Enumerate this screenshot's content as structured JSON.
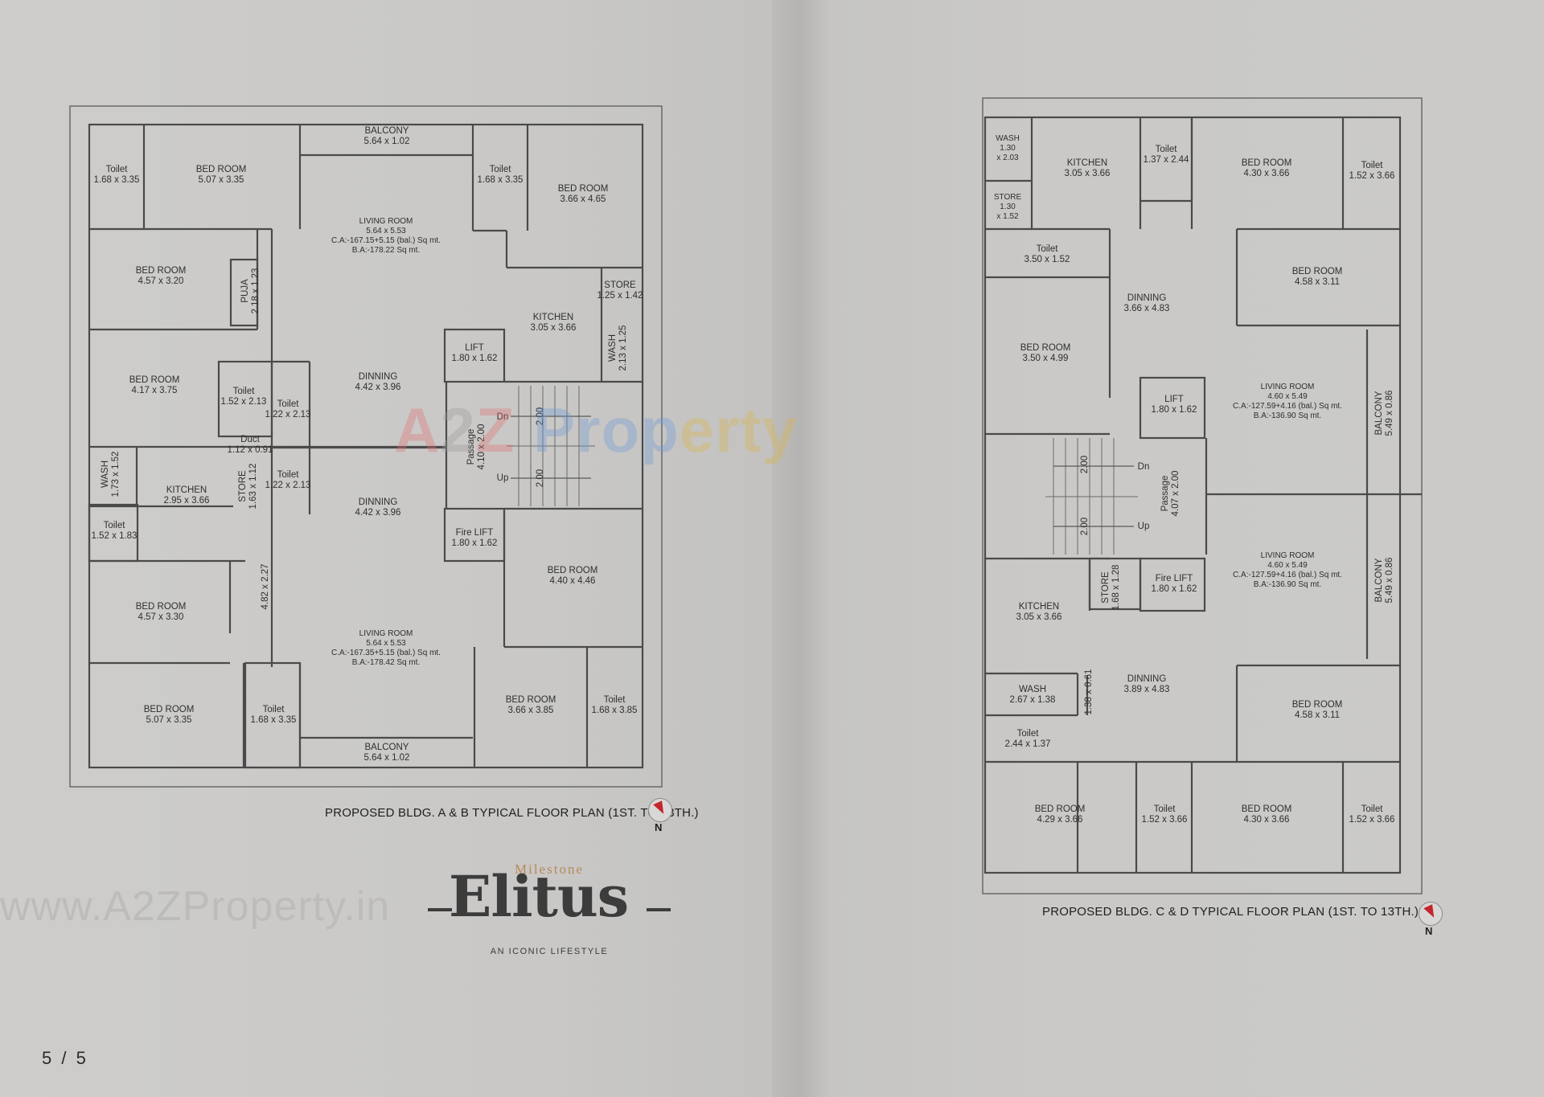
{
  "plan_ab": {
    "caption": "PROPOSED BLDG. A & B TYPICAL FLOOR PLAN (1ST. TO 13TH.)",
    "north": "N",
    "rooms": [
      [
        "Toilet",
        "1.68 x 3.35"
      ],
      [
        "BED ROOM",
        "5.07 x 3.35"
      ],
      [
        "BALCONY",
        "5.64 x 1.02"
      ],
      [
        "Toilet",
        "1.68 x 3.35"
      ],
      [
        "BED ROOM",
        "3.66 x 4.65"
      ],
      [
        "LIVING ROOM",
        "5.64 x 5.53",
        "C.A:-167.15+5.15 (bal.) Sq mt.",
        "B.A:-178.22 Sq mt."
      ],
      [
        "BED ROOM",
        "4.57 x 3.20"
      ],
      [
        "PUJA",
        "2.18 x 1.23"
      ],
      [
        "STORE",
        "1.25 x 1.42"
      ],
      [
        "KITCHEN",
        "3.05 x 3.66"
      ],
      [
        "WASH",
        "2.13 x 1.25"
      ],
      [
        "LIFT",
        "1.80 x 1.62"
      ],
      [
        "BED ROOM",
        "4.17 x 3.75"
      ],
      [
        "Toilet",
        "1.52 x 2.13"
      ],
      [
        "Toilet",
        "1.22 x 2.13"
      ],
      [
        "DINNING",
        "4.42 x 3.96"
      ],
      [
        "Duct",
        "1.12 x 0.91"
      ],
      [
        "Passage",
        "4.10 x 2.00"
      ],
      [
        "WASH",
        "1.73 x 1.52"
      ],
      [
        "KITCHEN",
        "2.95 x 3.66"
      ],
      [
        "STORE",
        "1.63 x 1.12"
      ],
      [
        "Toilet",
        "1.22 x 2.13"
      ],
      [
        "DINNING",
        "4.42 x 3.96"
      ],
      [
        "Toilet",
        "1.52 x 1.83"
      ],
      [
        "Fire LIFT",
        "1.80 x 1.62"
      ],
      [
        "BED ROOM",
        "4.40 x 4.46"
      ],
      [
        "BED ROOM",
        "4.57 x 3.30"
      ],
      [
        "4.82 x 2.27"
      ],
      [
        "LIVING ROOM",
        "5.64 x 5.53",
        "C.A:-167.35+5.15 (bal.) Sq mt.",
        "B.A:-178.42 Sq mt."
      ],
      [
        "BED ROOM",
        "5.07 x 3.35"
      ],
      [
        "Toilet",
        "1.68 x 3.35"
      ],
      [
        "BED ROOM",
        "3.66 x 3.85"
      ],
      [
        "Toilet",
        "1.68 x 3.85"
      ],
      [
        "BALCONY",
        "5.64 x 1.02"
      ]
    ],
    "stairs": {
      "dn": "Dn",
      "up": "Up",
      "width": "2.00"
    }
  },
  "plan_cd": {
    "caption": "PROPOSED BLDG. C & D TYPICAL FLOOR PLAN (1ST. TO 13TH.)",
    "north": "N",
    "rooms": [
      [
        "WASH",
        "1.30",
        "x 2.03"
      ],
      [
        "KITCHEN",
        "3.05 x 3.66"
      ],
      [
        "Toilet",
        "1.37 x 2.44"
      ],
      [
        "BED ROOM",
        "4.30 x 3.66"
      ],
      [
        "Toilet",
        "1.52 x 3.66"
      ],
      [
        "STORE",
        "1.30",
        "x 1.52"
      ],
      [
        "Toilet",
        "3.50 x 1.52"
      ],
      [
        "DINNING",
        "3.66 x 4.83"
      ],
      [
        "BED ROOM",
        "4.58 x 3.11"
      ],
      [
        "BED ROOM",
        "3.50 x 4.99"
      ],
      [
        "LIFT",
        "1.80 x 1.62"
      ],
      [
        "LIVING ROOM",
        "4.60 x 5.49",
        "C.A:-127.59+4.16 (bal.) Sq mt.",
        "B.A:-136.90 Sq mt."
      ],
      [
        "BALCONY",
        "5.49 x 0.86"
      ],
      [
        "Passage",
        "4.07 x 2.00"
      ],
      [
        "LIVING ROOM",
        "4.60 x 5.49",
        "C.A:-127.59+4.16 (bal.) Sq mt.",
        "B.A:-136.90 Sq mt."
      ],
      [
        "BALCONY",
        "5.49 x 0.86"
      ],
      [
        "KITCHEN",
        "3.05 x 3.66"
      ],
      [
        "STORE",
        "1.68 x 1.28"
      ],
      [
        "Fire LIFT",
        "1.80 x 1.62"
      ],
      [
        "WASH",
        "2.67 x 1.38"
      ],
      [
        "1.38 x 0.61"
      ],
      [
        "DINNING",
        "3.89 x 4.83"
      ],
      [
        "BED ROOM",
        "4.58 x 3.11"
      ],
      [
        "Toilet",
        "2.44 x 1.37"
      ],
      [
        "BED ROOM",
        "4.29 x 3.66"
      ],
      [
        "Toilet",
        "1.52 x 3.66"
      ],
      [
        "BED ROOM",
        "4.30 x 3.66"
      ],
      [
        "Toilet",
        "1.52 x 3.66"
      ]
    ],
    "stairs": {
      "dn": "Dn",
      "up": "Up",
      "width": "2.00"
    }
  },
  "watermark": {
    "parts": [
      "A",
      "2",
      "Z",
      " Prop",
      "erty"
    ]
  },
  "url_watermark": "www.A2ZProperty.in",
  "brand": {
    "top": "Milestone",
    "name": "Elitus",
    "tagline": "AN ICONIC LIFESTYLE"
  },
  "page_number": "5 / 5"
}
